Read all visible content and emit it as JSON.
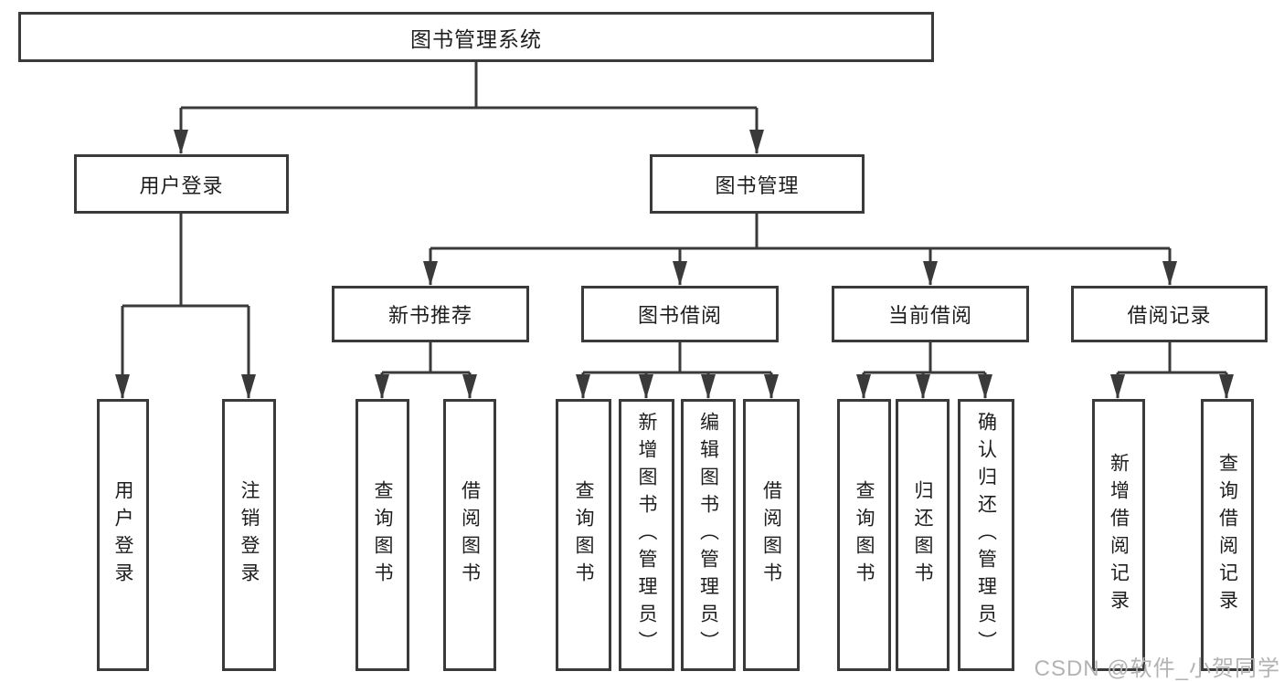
{
  "colors": {
    "line": "#3a3a3a",
    "box_border": "#3a3a3a",
    "text": "#1e1e1e",
    "watermark": "#b3b3b3",
    "background": "#ffffff"
  },
  "watermark": {
    "text": "CSDN @软件_小贺同学"
  },
  "tree": {
    "root": {
      "label": "图书管理系统",
      "children": [
        {
          "label": "用户登录",
          "children": [
            {
              "label": "用户登录"
            },
            {
              "label": "注销登录"
            }
          ]
        },
        {
          "label": "图书管理",
          "children": [
            {
              "label": "新书推荐",
              "children": [
                {
                  "label": "查询图书"
                },
                {
                  "label": "借阅图书"
                }
              ]
            },
            {
              "label": "图书借阅",
              "children": [
                {
                  "label": "查询图书"
                },
                {
                  "label": "新增图书（管理员）"
                },
                {
                  "label": "编辑图书（管理员）"
                },
                {
                  "label": "借阅图书"
                }
              ]
            },
            {
              "label": "当前借阅",
              "children": [
                {
                  "label": "查询图书"
                },
                {
                  "label": "归还图书"
                },
                {
                  "label": "确认归还（管理员）"
                }
              ]
            },
            {
              "label": "借阅记录",
              "children": [
                {
                  "label": "新增借阅记录"
                },
                {
                  "label": "查询借阅记录"
                }
              ]
            }
          ]
        }
      ]
    }
  }
}
